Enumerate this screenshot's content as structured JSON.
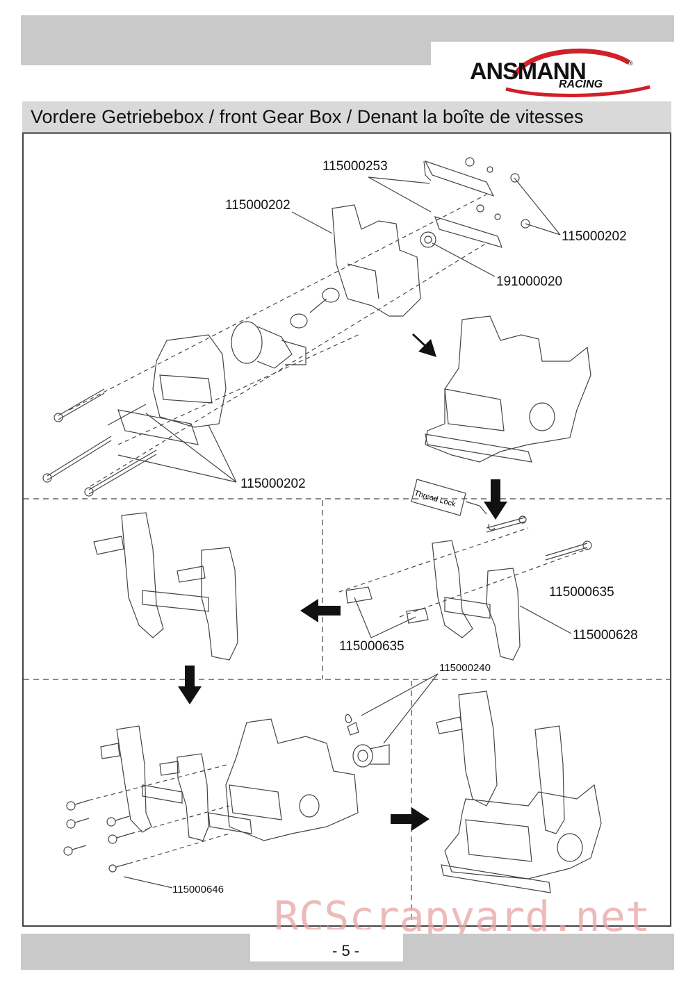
{
  "brand": {
    "name": "ANSMANN",
    "registered": "®",
    "sub": "RACING",
    "colors": {
      "swoosh": "#d0202a",
      "text": "#111111",
      "band": "#c9c9c9"
    }
  },
  "title": "Vordere Getriebebox / front Gear Box / Denant la boîte de vitesses",
  "labels": {
    "p1": "115000253",
    "p2": "115000202",
    "p3": "115000202",
    "p4": "191000020",
    "p5": "115000202",
    "p6": "115000635",
    "p7": "115000628",
    "p8": "115000635",
    "p9": "115000240",
    "p10": "115000646",
    "thread_lock": "Thread Lock"
  },
  "page_number": "- 5 -",
  "watermark": "RCScrapyard.net"
}
